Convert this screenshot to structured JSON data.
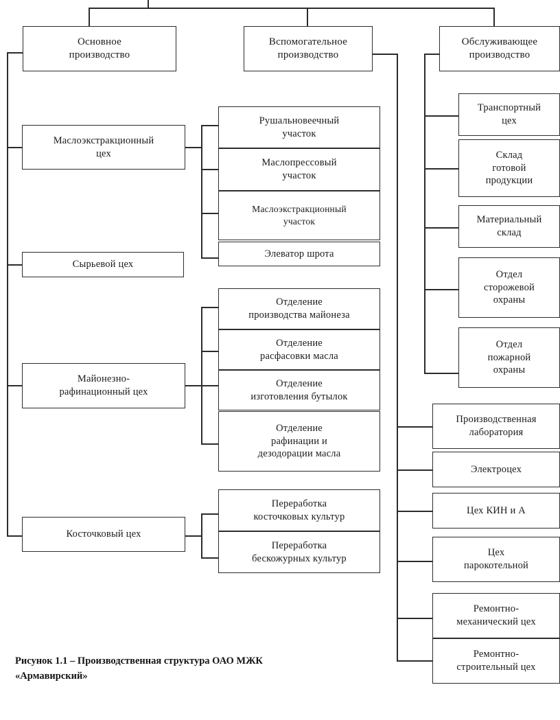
{
  "figure": {
    "caption_line1": "Рисунок 1.1 – Производственная структура ОАО МЖК",
    "caption_line2": "«Армавирский»",
    "line_color": "#2b2b2b",
    "box_fill": "#ffffff",
    "text_color": "#1a1a1a"
  },
  "chart_data": {
    "type": "diagram",
    "title": "Производственная структура ОАО МЖК «Армавирский»",
    "orientation": "top-down organizational tree",
    "root_label": "",
    "branches": [
      {
        "id": "main",
        "label": "Основное производство",
        "children": [
          {
            "id": "oil-extraction-shop",
            "label": "Маслоэкстракционный цех",
            "children": [
              {
                "id": "husking-section",
                "label": "Рушальновеечный участок"
              },
              {
                "id": "oil-press-section",
                "label": "Маслопрессовый участок"
              },
              {
                "id": "oil-extraction-section",
                "label": "Маслоэкстракционный участок"
              },
              {
                "id": "meal-elevator",
                "label": "Элеватор шрота"
              }
            ]
          },
          {
            "id": "raw-material-shop",
            "label": "Сырьевой цех",
            "children": []
          },
          {
            "id": "mayonnaise-refining-shop",
            "label": "Майонезно-рафинационный цех",
            "children": [
              {
                "id": "mayonnaise-production-dept",
                "label": "Отделение производства майонеза"
              },
              {
                "id": "oil-packing-dept",
                "label": "Отделение расфасовки масла"
              },
              {
                "id": "bottle-making-dept",
                "label": "Отделение изготовления бутылок"
              },
              {
                "id": "refining-deodorizing-dept",
                "label": "Отделение рафинации и дезодорации масла"
              }
            ]
          },
          {
            "id": "stone-fruit-shop",
            "label": "Косточковый цех",
            "children": [
              {
                "id": "stone-crop-processing",
                "label": "Переработка косточковых культур"
              },
              {
                "id": "skinless-crop-processing",
                "label": "Переработка бескожурных культур"
              }
            ]
          }
        ]
      },
      {
        "id": "auxiliary",
        "label": "Вспомогательное производство",
        "children": [
          {
            "id": "production-laboratory",
            "label": "Производственная лаборатория"
          },
          {
            "id": "electrical-shop",
            "label": "Электроцех"
          },
          {
            "id": "kin-a-shop",
            "label": "Цех КИН и А"
          },
          {
            "id": "steam-boiler-shop",
            "label": "Цех парокотельной"
          },
          {
            "id": "repair-mechanical-shop",
            "label": "Ремонтно-механический цех"
          },
          {
            "id": "repair-construction-shop",
            "label": "Ремонтно-строительный цех"
          }
        ]
      },
      {
        "id": "service",
        "label": "Обслуживающее производство",
        "children": [
          {
            "id": "transport-shop",
            "label": "Транспортный цех"
          },
          {
            "id": "finished-goods-warehouse",
            "label": "Склад готовой продукции"
          },
          {
            "id": "material-warehouse",
            "label": "Материальный склад"
          },
          {
            "id": "watch-security-dept",
            "label": "Отдел сторожевой охраны"
          },
          {
            "id": "fire-security-dept",
            "label": "Отдел пожарной охраны"
          }
        ]
      }
    ]
  },
  "nodes": {
    "main_production": "Основное\nпроизводство",
    "auxiliary_production": "Вспомогательное\nпроизводство",
    "service_production": "Обслуживающее\nпроизводство",
    "oil_extraction_shop": "Маслоэкстракционный\nцех",
    "raw_material_shop": "Сырьевой цех",
    "mayonnaise_shop": "Майонезно-\nрафинационный цех",
    "stone_fruit_shop": "Косточковый цех",
    "husking_section": "Рушальновеечный\nучасток",
    "oil_press_section": "Маслопрессовый\nучасток",
    "oil_extraction_section": "Маслоэкстракционный\nучасток",
    "meal_elevator": "Элеватор шрота",
    "mayonnaise_dept": "Отделение\nпроизводства майонеза",
    "oil_packing_dept": "Отделение\nрасфасовки масла",
    "bottle_dept": "Отделение\nизготовления бутылок",
    "refining_dept": "Отделение\nрафинации и\nдезодорации масла",
    "stone_crop_processing": "Переработка\nкосточковых культур",
    "skinless_crop_processing": "Переработка\nбескожурных культур",
    "transport_shop": "Транспортный\nцех",
    "finished_goods_warehouse": "Склад\nготовой\nпродукции",
    "material_warehouse": "Материальный\nсклад",
    "watch_security": "Отдел\nсторожевой\nохраны",
    "fire_security": "Отдел\nпожарной\nохраны",
    "production_laboratory": "Производственная\nлаборатория",
    "electrical_shop": "Электроцех",
    "kin_a_shop": "Цех КИН и А",
    "steam_boiler_shop": "Цех\nпарокотельной",
    "repair_mechanical_shop": "Ремонтно-\nмеханический цех",
    "repair_construction_shop": "Ремонтно-\nстроительный цех"
  }
}
